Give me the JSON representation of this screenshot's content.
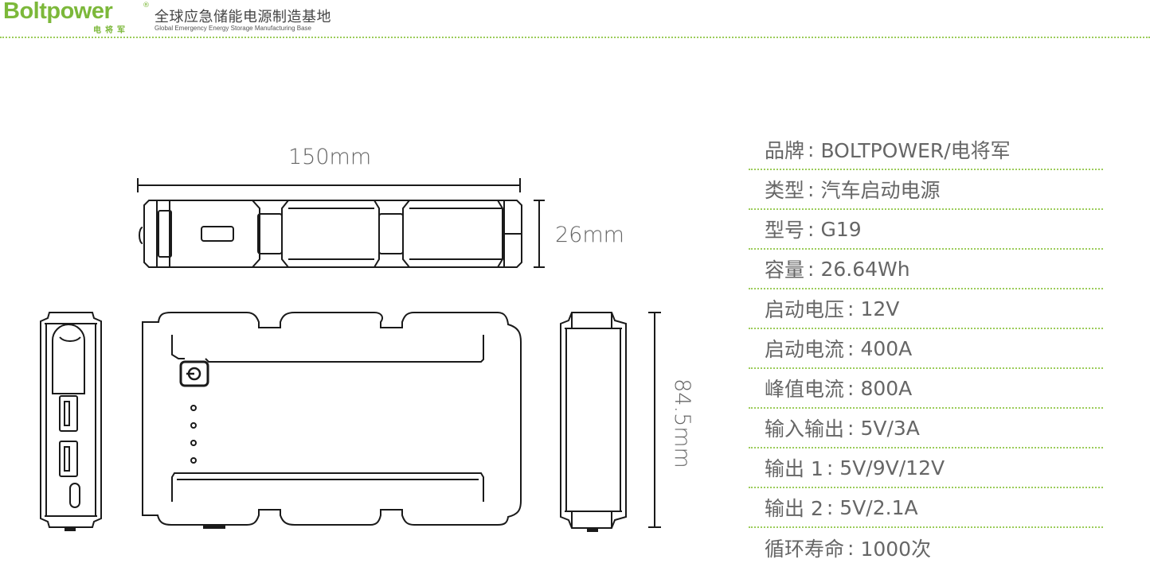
{
  "header": {
    "logo_text": "Boltpower",
    "logo_registered": "®",
    "logo_subtitle": "电将军",
    "tagline_cn": "全球应急储能电源制造基地",
    "tagline_en": "Global Emergency Energy Storage Manufacturing Base",
    "brand_color": "#7cb83a"
  },
  "dimensions": {
    "width": "150mm",
    "depth": "26mm",
    "height": "84.5mm"
  },
  "views": {
    "top_view": "top-view",
    "front_view": "front-view",
    "left_side_view": "left-side-view",
    "right_side_view": "right-side-view"
  },
  "specs": [
    {
      "key": "品牌",
      "sep": ":",
      "value": "BOLTPOWER/电将军"
    },
    {
      "key": "类型",
      "sep": ":",
      "value": "汽车启动电源"
    },
    {
      "key": "型号",
      "sep": ":",
      "value": "G19"
    },
    {
      "key": "容量",
      "sep": ":",
      "value": "26.64Wh"
    },
    {
      "key": "启动电压",
      "sep": ":",
      "value": "12V"
    },
    {
      "key": "启动电流",
      "sep": ":",
      "value": "400A"
    },
    {
      "key": "峰值电流",
      "sep": ":",
      "value": "800A"
    },
    {
      "key": "输入输出",
      "sep": ":",
      "value": "5V/3A"
    },
    {
      "key": "输出 1",
      "sep": ":",
      "value": "5V/9V/12V"
    },
    {
      "key": "输出 2",
      "sep": ":",
      "value": "5V/2.1A"
    },
    {
      "key": "循环寿命",
      "sep": ":",
      "value": "1000次"
    }
  ],
  "colors": {
    "divider": "#9ccc5a",
    "line_art": "#1a1a1a",
    "text": "#666666"
  }
}
